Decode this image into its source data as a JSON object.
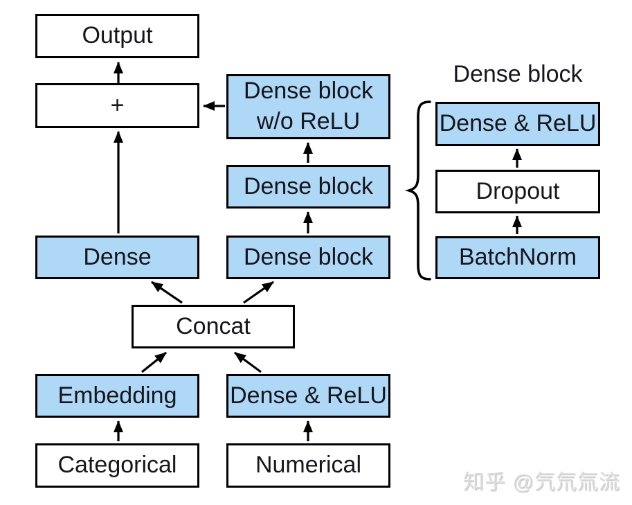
{
  "diagram": {
    "nodes": {
      "output": "Output",
      "plus": "+",
      "dense_block_wo_relu": "Dense block\nw/o ReLU",
      "dense_block_upper": "Dense block",
      "dense_block_lower": "Dense block",
      "dense": "Dense",
      "concat": "Concat",
      "embedding": "Embedding",
      "dense_relu_input": "Dense & ReLU",
      "categorical": "Categorical",
      "numerical": "Numerical"
    },
    "legend": {
      "title": "Dense block",
      "dense_relu": "Dense & ReLU",
      "dropout": "Dropout",
      "batchnorm": "BatchNorm"
    },
    "watermark": "知乎 @氕氘氚流",
    "colors": {
      "highlight_fill": "#AFD7F6",
      "plain_fill": "#FFFFFF",
      "border": "#000000",
      "text": "#16161E",
      "watermark_text": "#DADADA"
    }
  }
}
